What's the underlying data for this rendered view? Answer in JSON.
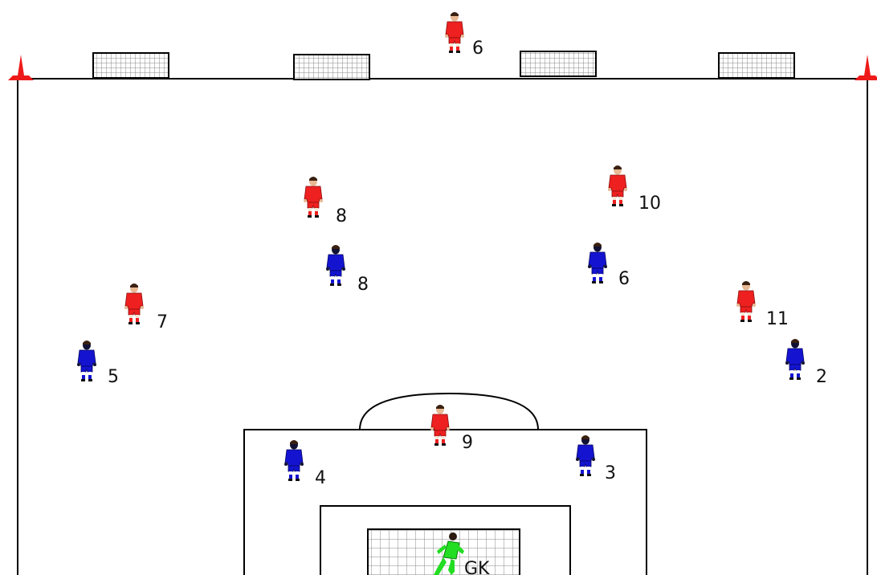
{
  "team_colors": {
    "red_team": "#ee2020",
    "blue_team": "#1414d0",
    "goalkeeper": "#22dd22"
  },
  "marker_color": "#ee1a1a",
  "players": [
    {
      "id": "red-6-top",
      "team": "red",
      "label": "6"
    },
    {
      "id": "red-8",
      "team": "red",
      "label": "8"
    },
    {
      "id": "red-10",
      "team": "red",
      "label": "10"
    },
    {
      "id": "blue-8",
      "team": "blue",
      "label": "8"
    },
    {
      "id": "blue-6",
      "team": "blue",
      "label": "6"
    },
    {
      "id": "red-7",
      "team": "red",
      "label": "7"
    },
    {
      "id": "red-11",
      "team": "red",
      "label": "11"
    },
    {
      "id": "blue-5",
      "team": "blue",
      "label": "5"
    },
    {
      "id": "blue-2",
      "team": "blue",
      "label": "2"
    },
    {
      "id": "red-9",
      "team": "red",
      "label": "9"
    },
    {
      "id": "blue-4",
      "team": "blue",
      "label": "4"
    },
    {
      "id": "blue-3",
      "team": "blue",
      "label": "3"
    },
    {
      "id": "goalkeeper",
      "team": "gk",
      "label": "GK"
    }
  ]
}
